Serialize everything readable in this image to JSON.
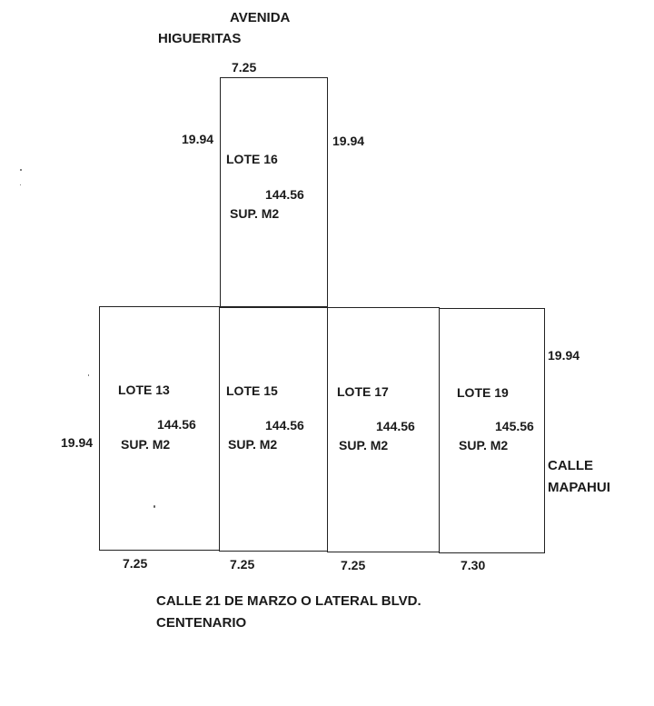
{
  "streets": {
    "north_line1": "AVENIDA",
    "north_line2": "HIGUERITAS",
    "east_line1": "CALLE",
    "east_line2": "MAPAHUI",
    "south_line1": "CALLE 21 DE MARZO O LATERAL BLVD.",
    "south_line2": "CENTENARIO"
  },
  "lots": [
    {
      "label": "LOTE  16",
      "area": "144.56",
      "sup": "SUP.  M2",
      "front": "7.25",
      "left_side": "19.94",
      "right_side": "19.94"
    },
    {
      "label": "LOTE  13",
      "area": "144.56",
      "sup": "SUP.  M2",
      "front": "7.25",
      "left_side": "19.94"
    },
    {
      "label": "LOTE  15",
      "area": "144.56",
      "sup": "SUP.  M2",
      "front": "7.25"
    },
    {
      "label": "LOTE  17",
      "area": "144.56",
      "sup": "SUP.  M2",
      "front": "7.25"
    },
    {
      "label": "LOTE  19",
      "area": "145.56",
      "sup": "SUP.  M2",
      "front": "7.30",
      "right_side": "19.94"
    }
  ]
}
